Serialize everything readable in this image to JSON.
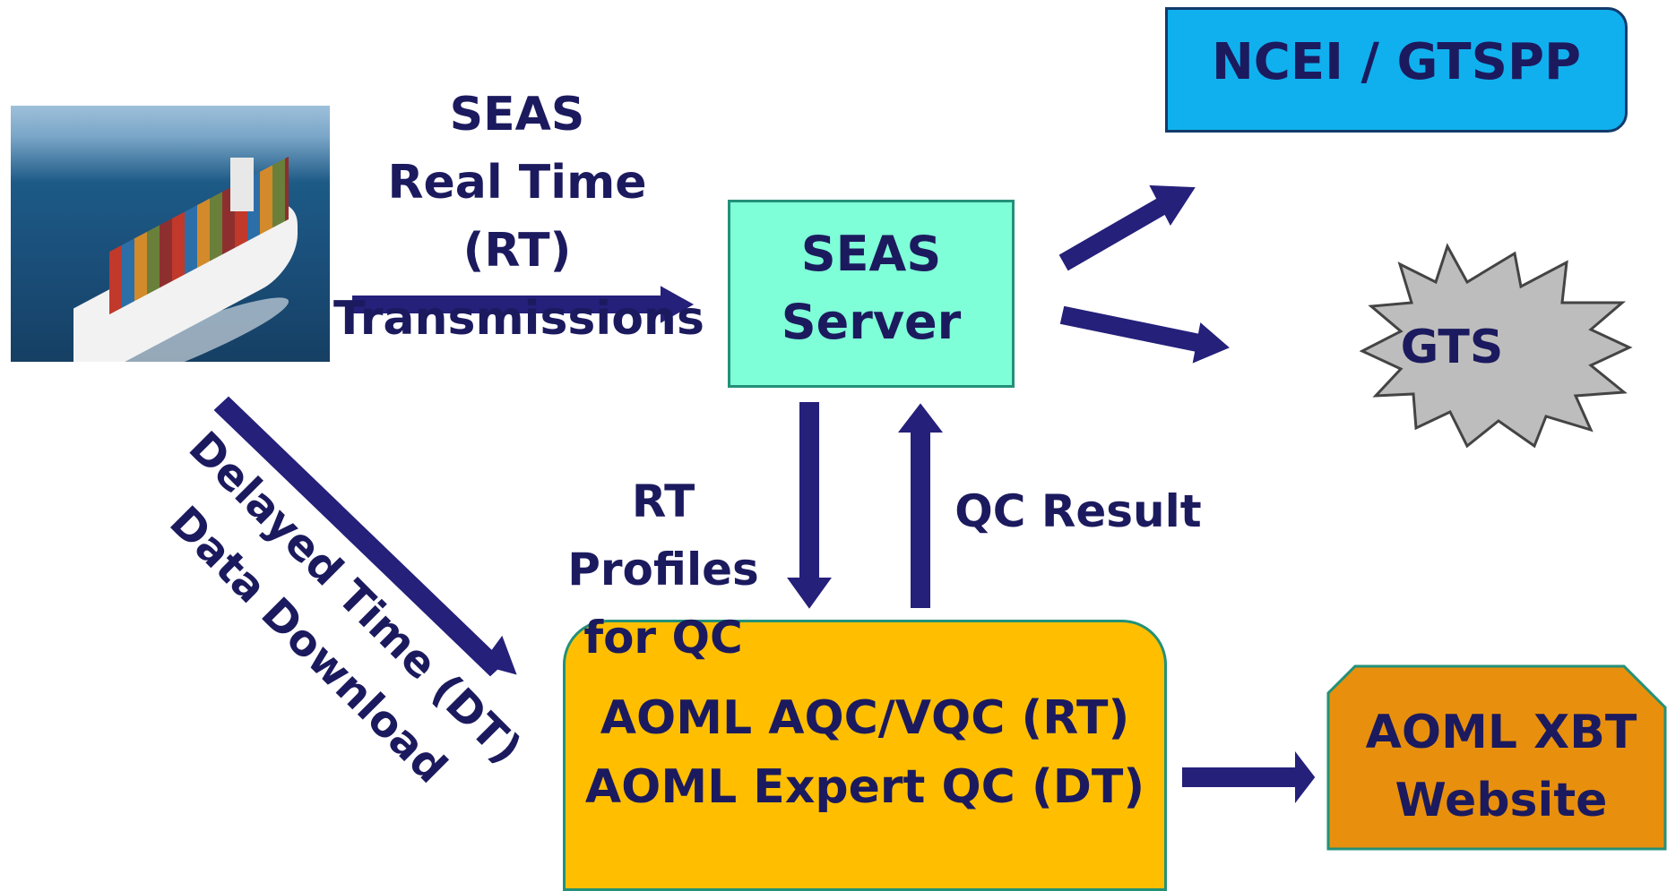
{
  "ship_photo": {
    "icon": "container-ship-photo"
  },
  "seas_rt": {
    "line1": "SEAS",
    "line2": "Real Time (RT)",
    "line3": "Transmissions"
  },
  "seas_server": {
    "line1": "SEAS",
    "line2": "Server"
  },
  "ncei": {
    "label": "NCEI / GTSPP"
  },
  "gts": {
    "label": "GTS"
  },
  "rt_profiles": {
    "line1": "RT Profiles",
    "line2": "for QC"
  },
  "qc_result": {
    "label": "QC Result"
  },
  "delayed": {
    "line1": "Delayed Time (DT)",
    "line2": "Data Download"
  },
  "aoml_qc": {
    "line1": "AOML AQC/VQC (RT)",
    "line2": "AOML Expert QC (DT)"
  },
  "aoml_xbt": {
    "line1": "AOML XBT",
    "line2": "Website"
  },
  "colors": {
    "text": "#1c1a5e",
    "arrow_fill": "#25207a",
    "server_fill": "#7fffd8",
    "ncei_fill": "#10b0ee",
    "gts_fill": "#bdbdbd",
    "aoml_fill": "#ffbf00",
    "xbt_fill": "#e8900d",
    "border_teal": "#239178"
  }
}
